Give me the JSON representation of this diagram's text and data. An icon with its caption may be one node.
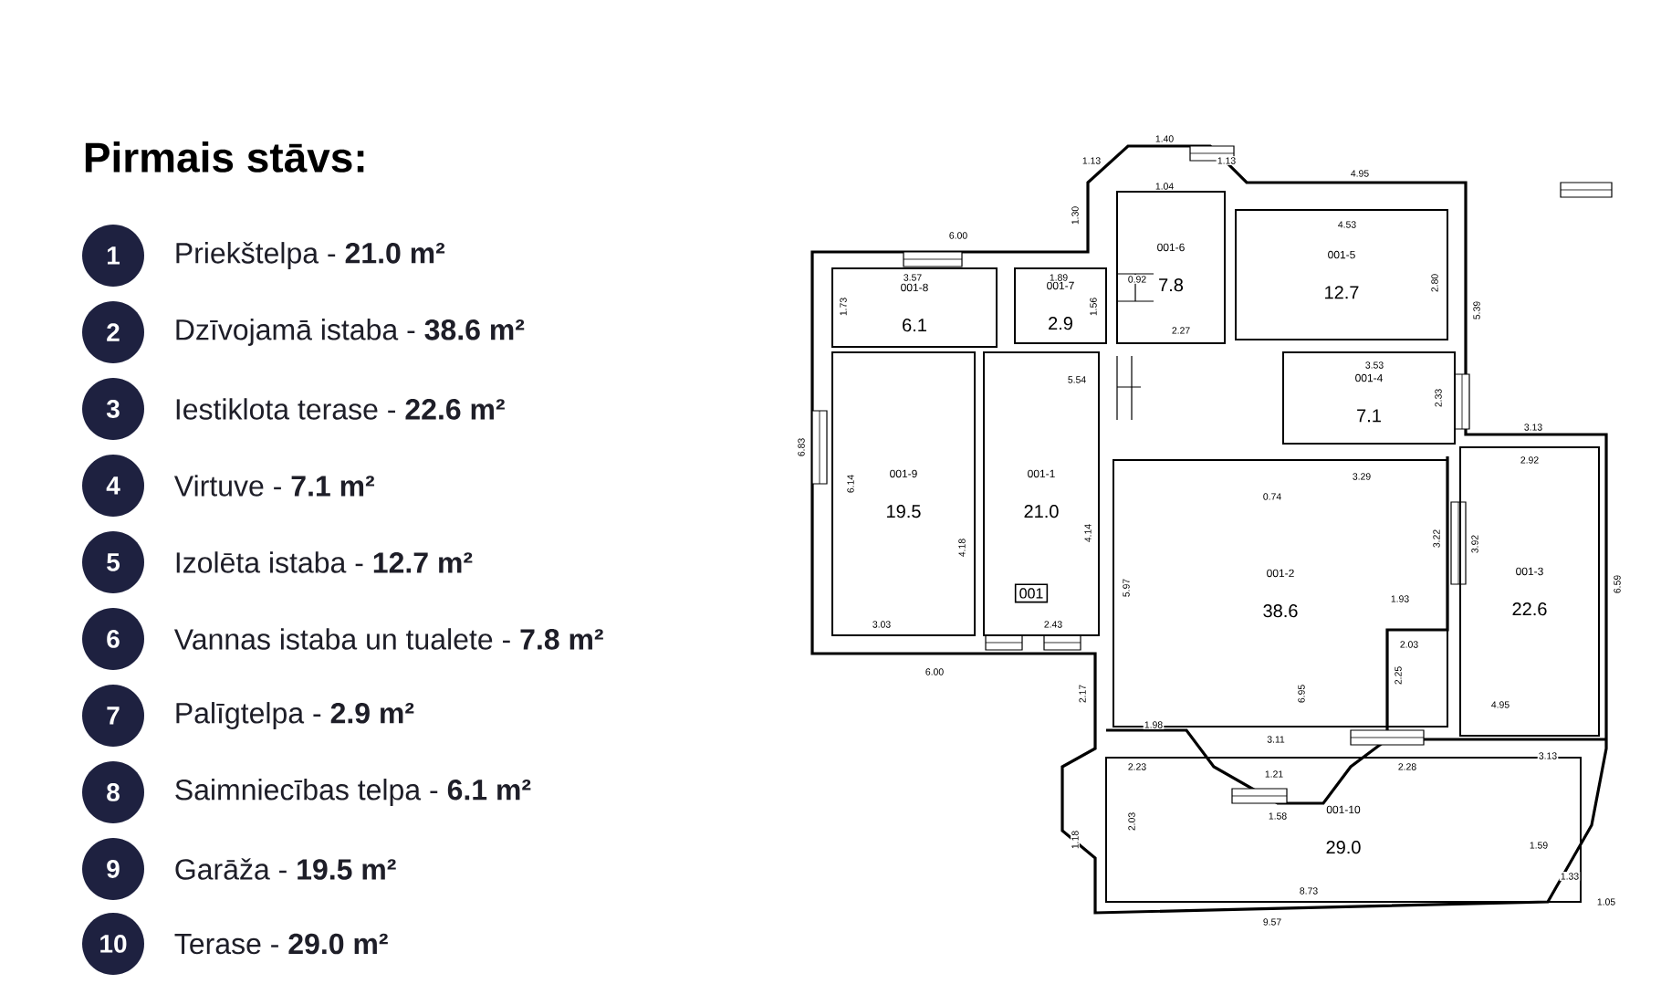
{
  "diagram": {
    "title": "Pirmais stāvs:",
    "nodes": [
      {
        "text": [
          "001-8",
          "6.1"
        ]
      },
      {
        "text": [
          "001-7",
          "2.9"
        ]
      },
      {
        "text": [
          "001-6",
          "7.8"
        ]
      },
      {
        "text": [
          "001-5",
          "12.7"
        ]
      },
      {
        "text": [
          "001-9",
          "19.5"
        ]
      },
      {
        "text": [
          "001-1",
          "21.0"
        ]
      },
      {
        "text": [
          "001-4",
          "7.1"
        ]
      },
      {
        "text": [
          "001-2",
          "38.6"
        ]
      },
      {
        "text": [
          "001-3",
          "22.6"
        ]
      },
      {
        "text": [
          "001-10",
          "29.0"
        ]
      }
    ],
    "labels": [
      "1",
      "Priekštelpa - **21.0 m²**",
      "2",
      "Dzīvojamā istaba - **38.6 m²**",
      "3",
      "Iestiklota terase - **22.6 m²**",
      "4",
      "Virtuve - **7.1 m²**",
      "5",
      "Izolēta istaba - **12.7 m²**",
      "6",
      "Vannas istaba un tualete - **7.8 m²**",
      "7",
      "Palīgtelpa - **2.9 m²**",
      "8",
      "Saimniecības telpa - **6.1 m²**",
      "9",
      "Garāža - **19.5 m²**",
      "10",
      "Terase - **29.0 m²**",
      "6.00",
      "1.30",
      "1.13",
      "1.40",
      "1.04",
      "1.13",
      "4.95",
      "4.53",
      "2.80",
      "5.39",
      "3.57",
      "1.73",
      "1.89",
      "1.56",
      "0.92",
      "2.27",
      "5.54",
      "3.53",
      "2.33",
      "3.13",
      "2.92",
      "6.83",
      "6.14",
      "4.18",
      "4.14",
      "3.03",
      "2.43",
      "6.00",
      "2.17",
      "5.97",
      "3.29",
      "0.74",
      "3.22",
      "3.92",
      "6.59",
      "1.93",
      "2.03",
      "2.25",
      "6.95",
      "4.95",
      "1.98",
      "3.11",
      "2.23",
      "1.21",
      "1.58",
      "2.28",
      "3.13",
      "2.03",
      "1.18",
      "8.73",
      "9.57",
      "1.59",
      "1.33",
      "1.05",
      "001"
    ]
  }
}
